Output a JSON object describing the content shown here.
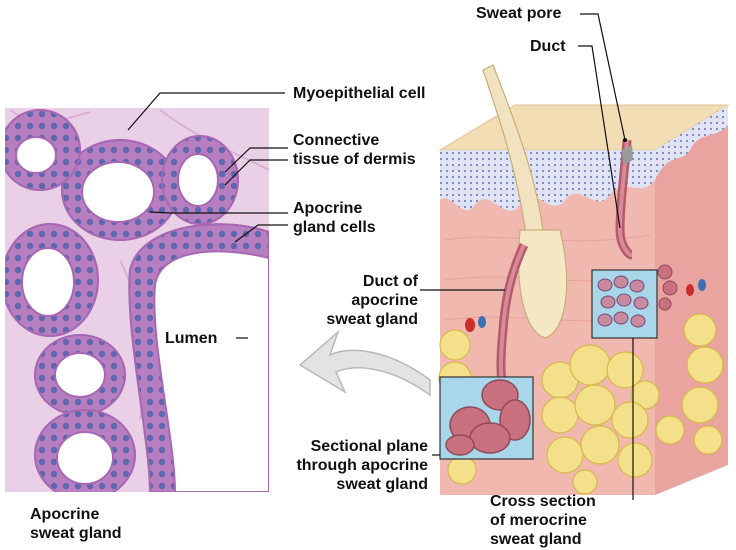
{
  "labels": {
    "myoepithelial": "Myoepithelial cell",
    "connective_1": "Connective",
    "connective_2": "tissue of dermis",
    "apocrine_cells_1": "Apocrine",
    "apocrine_cells_2": "gland cells",
    "lumen": "Lumen",
    "apocrine_gland_1": "Apocrine",
    "apocrine_gland_2": "sweat gland",
    "sweat_pore": "Sweat pore",
    "duct": "Duct",
    "duct_apocrine_1": "Duct of",
    "duct_apocrine_2": "apocrine",
    "duct_apocrine_3": "sweat gland",
    "sectional_1": "Sectional plane",
    "sectional_2": "through apocrine",
    "sectional_3": "sweat gland",
    "cross_1": "Cross section",
    "cross_2": "of merocrine",
    "cross_3": "sweat gland"
  },
  "colors": {
    "tissue_background": "#e9d0e6",
    "tubule": "#b77fc0",
    "nucleus": "#3e5fa8",
    "lumen": "#ffffff",
    "epidermis": "#f2ddb5",
    "dermis": "#f1b8b0",
    "fat": "#f4e08a",
    "gland": "#c9707f",
    "inset_box": "#a9d6e8"
  }
}
